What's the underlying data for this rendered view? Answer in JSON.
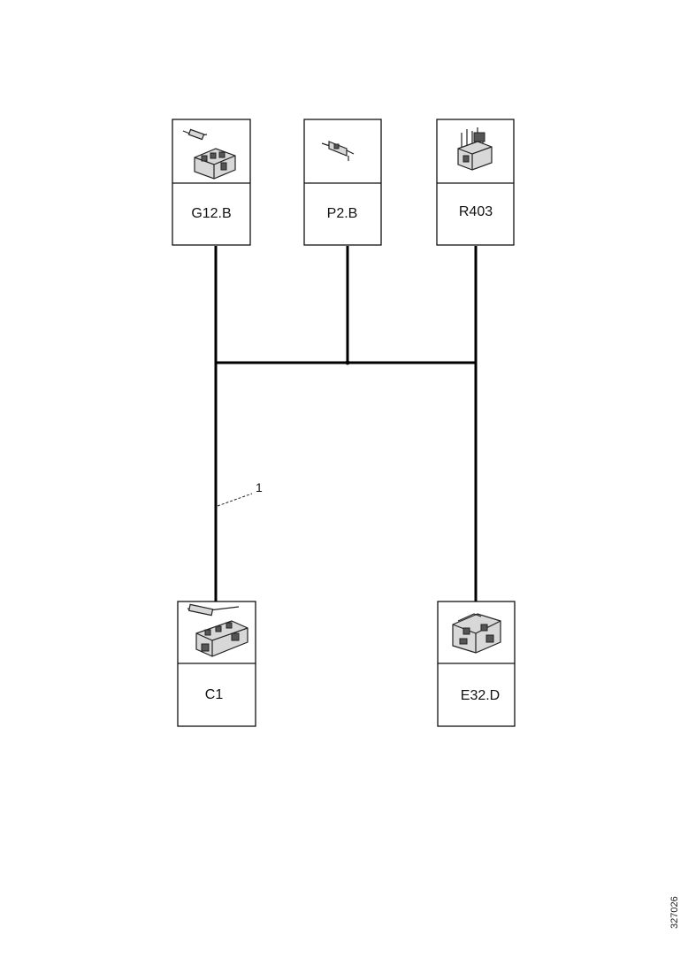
{
  "connectors": [
    {
      "id": "g12b",
      "label": "G12.B",
      "icon": "connector-with-terminal-icon"
    },
    {
      "id": "p2b",
      "label": "P2.B",
      "icon": "terminal-pin-icon"
    },
    {
      "id": "r403",
      "label": "R403",
      "icon": "relay-connector-icon"
    },
    {
      "id": "c1",
      "label": "C1",
      "icon": "multi-pin-connector-icon"
    },
    {
      "id": "e32d",
      "label": "E32.D",
      "icon": "connector-housing-icon"
    }
  ],
  "callout": {
    "number": "1"
  },
  "figure_ref": "327026"
}
